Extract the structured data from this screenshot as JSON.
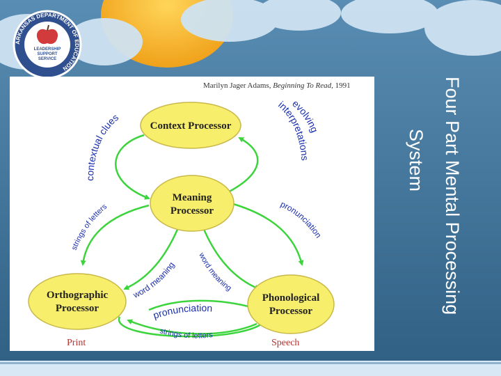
{
  "slide": {
    "title_line1": "Four Part Mental Processing",
    "title_line2": "System",
    "logo": {
      "ring_text": "ARKANSAS DEPARTMENT OF EDUCATION",
      "center_text": [
        "LEADERSHIP",
        "SUPPORT",
        "SERVICE"
      ]
    }
  },
  "diagram": {
    "citation_author": "Marilyn Jager Adams, ",
    "citation_title": "Beginning To Read",
    "citation_year": ", 1991",
    "nodes": {
      "context": "Context Processor",
      "meaning_line1": "Meaning",
      "meaning_line2": "Processor",
      "orthographic_line1": "Orthographic",
      "orthographic_line2": "Processor",
      "phonological_line1": "Phonological",
      "phonological_line2": "Processor"
    },
    "labels": {
      "contextual_clues": "contextual clues",
      "evolving": "evolving",
      "interpretations": "interpretations",
      "strings_of_letters_left": "strings of letters",
      "pronunciation_right": "pronunciation",
      "word_meaning_left": "word meaning",
      "word_meaning_right": "word meaning",
      "pronunciation_bottom": "pronunciation",
      "strings_of_letters_bottom": "strings of letters",
      "print": "Print",
      "speech": "Speech"
    },
    "colors": {
      "node_fill": "#f7ee6b",
      "arrow": "#3bd43b",
      "caption": "#b5332f"
    }
  }
}
